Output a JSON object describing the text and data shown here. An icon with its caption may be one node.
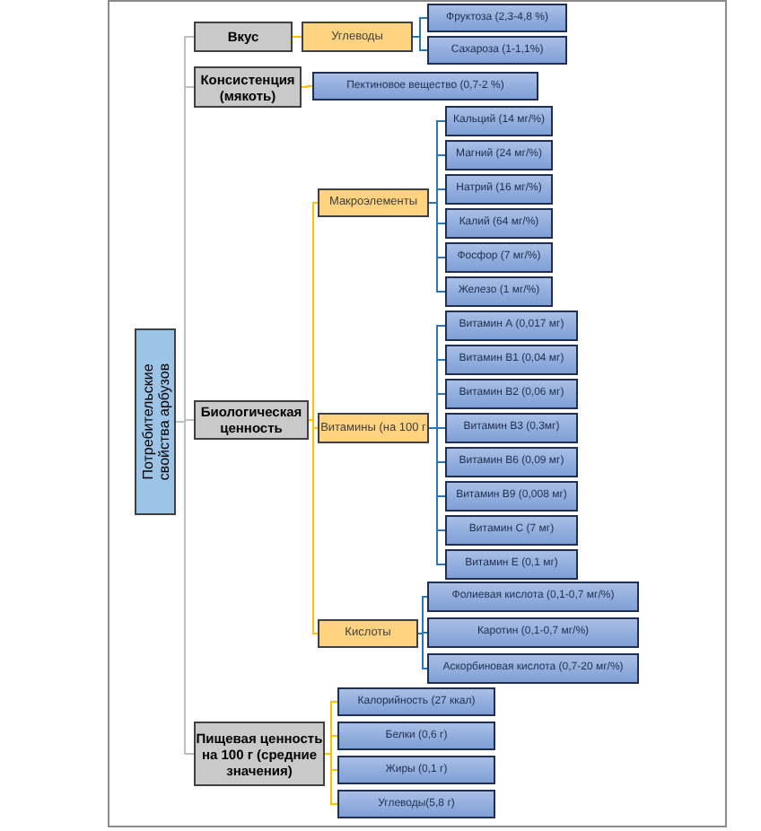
{
  "diagram": {
    "nodes": [
      {
        "text": [
          "Потребительские свойства арбузов"
        ]
      },
      {
        "text": [
          "Вкус"
        ]
      },
      {
        "text": [
          "Углеводы"
        ]
      },
      {
        "text": [
          "Фруктоза (2,3-4,8 %)"
        ]
      },
      {
        "text": [
          "Сахароза (1-1,1%)"
        ]
      },
      {
        "text": [
          "Консистенция (мякоть)"
        ]
      },
      {
        "text": [
          "Пектиновое вещество (0,7-2 %)"
        ]
      },
      {
        "text": [
          "Биологическая ценность"
        ]
      },
      {
        "text": [
          "Макроэлементы"
        ]
      },
      {
        "text": [
          "Кальций (14 мг/%)"
        ]
      },
      {
        "text": [
          "Магний (24 мг/%)"
        ]
      },
      {
        "text": [
          "Натрий (16 мг/%)"
        ]
      },
      {
        "text": [
          "Калий (64 мг/%)"
        ]
      },
      {
        "text": [
          "Фосфор (7 мг/%)"
        ]
      },
      {
        "text": [
          "Железо (1 мг/%)"
        ]
      },
      {
        "text": [
          "Витамины (на 100 г"
        ]
      },
      {
        "text": [
          "Витамин А (0,017 мг)"
        ]
      },
      {
        "text": [
          "Витамин В1 (0,04 мг)"
        ]
      },
      {
        "text": [
          "Витамин В2 (0,06 мг)"
        ]
      },
      {
        "text": [
          "Витамин В3 (0,3мг)"
        ]
      },
      {
        "text": [
          "Витамин В6 (0,09 мг)"
        ]
      },
      {
        "text": [
          "Витамин В9 (0,008 мг)"
        ]
      },
      {
        "text": [
          "Витамин С (7 мг)"
        ]
      },
      {
        "text": [
          "Витамин Е (0,1 мг)"
        ]
      },
      {
        "text": [
          "Кислоты"
        ]
      },
      {
        "text": [
          "Фолиевая кислота (0,1-0,7 мг/%)"
        ]
      },
      {
        "text": [
          "Каротин (0,1-0,7 мг/%)"
        ]
      },
      {
        "text": [
          "Аскорбиновая кислота (0,7-20 мг/%)"
        ]
      },
      {
        "text": [
          "Пищевая ценность на 100 г (средние значения)"
        ]
      },
      {
        "text": [
          "Калорийность (27 ккал)"
        ]
      },
      {
        "text": [
          "Белки (0,6 г)"
        ]
      },
      {
        "text": [
          "Жиры (0,1 г)"
        ]
      },
      {
        "text": [
          "Углеводы(5,8 г)"
        ]
      }
    ],
    "edges": [
      {
        "from": 0,
        "to": 1,
        "arrow": "none",
        "color": "#bfbfbf"
      },
      {
        "from": 0,
        "to": 5,
        "arrow": "none",
        "color": "#bfbfbf"
      },
      {
        "from": 0,
        "to": 7,
        "arrow": "none",
        "color": "#bfbfbf"
      },
      {
        "from": 0,
        "to": 28,
        "arrow": "none",
        "color": "#bfbfbf"
      },
      {
        "from": 1,
        "to": 2,
        "arrow": "none",
        "color": "#ffc000"
      },
      {
        "from": 2,
        "to": 3,
        "arrow": "none"
      },
      {
        "from": 2,
        "to": 4,
        "arrow": "none"
      },
      {
        "from": 5,
        "to": 6,
        "arrow": "none",
        "color": "#ffc000"
      },
      {
        "from": 7,
        "to": 8,
        "arrow": "none",
        "color": "#ffc000"
      },
      {
        "from": 7,
        "to": 15,
        "arrow": "none",
        "color": "#ffc000"
      },
      {
        "from": 7,
        "to": 24,
        "arrow": "none",
        "color": "#ffc000"
      },
      {
        "from": 8,
        "to": 9,
        "arrow": "none"
      },
      {
        "from": 8,
        "to": 10,
        "arrow": "none"
      },
      {
        "from": 8,
        "to": 11,
        "arrow": "none"
      },
      {
        "from": 8,
        "to": 12,
        "arrow": "none"
      },
      {
        "from": 8,
        "to": 13,
        "arrow": "none"
      },
      {
        "from": 8,
        "to": 14,
        "arrow": "none"
      },
      {
        "from": 15,
        "to": 16,
        "arrow": "none"
      },
      {
        "from": 15,
        "to": 17,
        "arrow": "none"
      },
      {
        "from": 15,
        "to": 18,
        "arrow": "none"
      },
      {
        "from": 15,
        "to": 19,
        "arrow": "none"
      },
      {
        "from": 15,
        "to": 20,
        "arrow": "none"
      },
      {
        "from": 15,
        "to": 21,
        "arrow": "none"
      },
      {
        "from": 15,
        "to": 22,
        "arrow": "none"
      },
      {
        "from": 15,
        "to": 23,
        "arrow": "none"
      },
      {
        "from": 24,
        "to": 25,
        "arrow": "none"
      },
      {
        "from": 24,
        "to": 26,
        "arrow": "none"
      },
      {
        "from": 24,
        "to": 27,
        "arrow": "none"
      },
      {
        "from": 28,
        "to": 29,
        "arrow": "none",
        "color": "#ffc000"
      },
      {
        "from": 28,
        "to": 30,
        "arrow": "none",
        "color": "#ffc000"
      },
      {
        "from": 28,
        "to": 31,
        "arrow": "none",
        "color": "#ffc000"
      },
      {
        "from": 28,
        "to": 32,
        "arrow": "none",
        "color": "#ffc000"
      }
    ]
  }
}
